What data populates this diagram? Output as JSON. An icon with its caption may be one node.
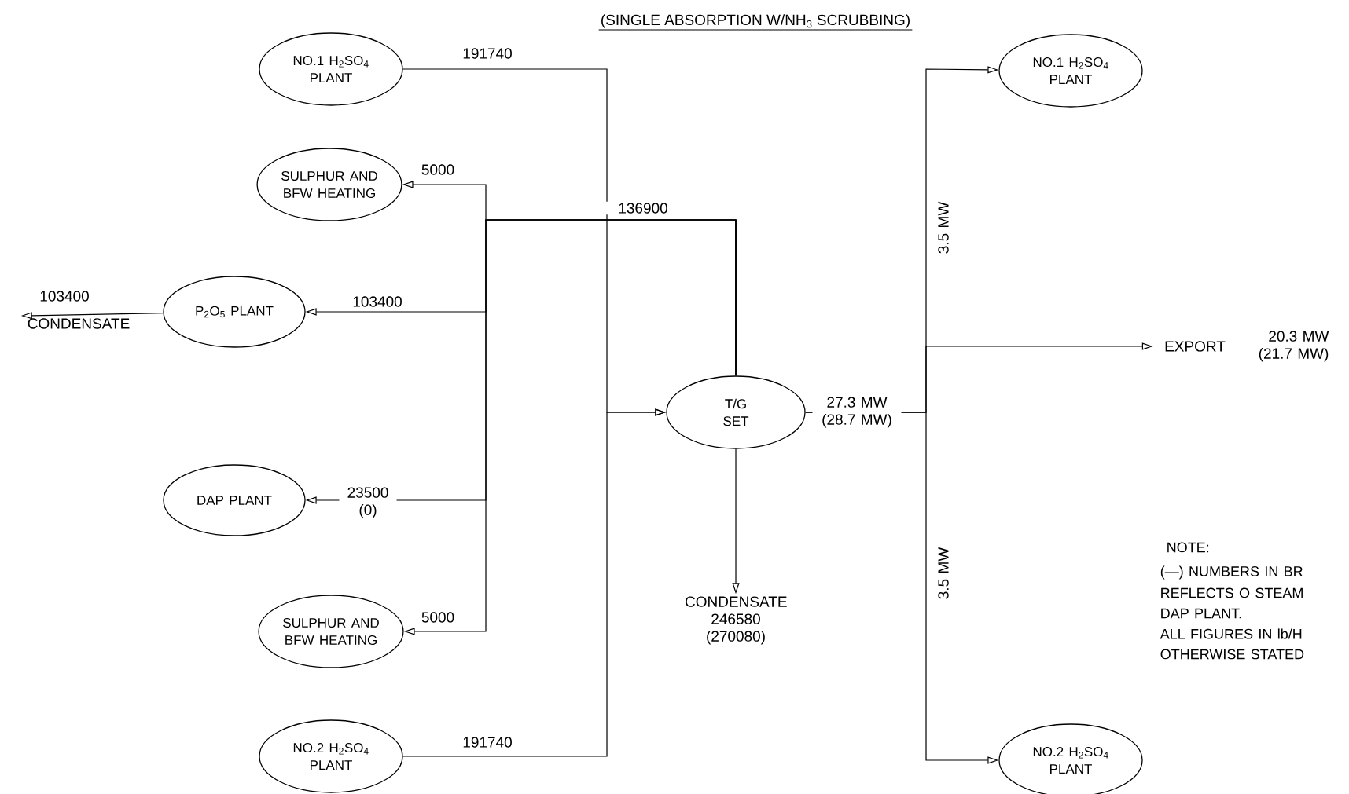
{
  "diagram": {
    "title": "(SINGLE ABSORPTION W/NH$_{3}$ SCRUBBING)",
    "nodes": [
      {
        "text": [
          "NO.1 H$_{2}$SO$_{4}$ PLANT"
        ]
      },
      {
        "text": [
          "SULPHUR AND BFW HEATING"
        ]
      },
      {
        "text": [
          "P$_{2}$O$_{5}$ PLANT"
        ]
      },
      {
        "text": [
          "DAP PLANT"
        ]
      },
      {
        "text": [
          "SULPHUR AND BFW HEATING"
        ]
      },
      {
        "text": [
          "NO.2 H$_{2}$SO$_{4}$ PLANT"
        ]
      },
      {
        "text": [
          "T/G SET"
        ]
      },
      {
        "text": [
          "NO.1 H$_{2}$SO$_{4}$ PLANT"
        ]
      },
      {
        "text": [
          "NO.2 H$_{2}$SO$_{4}$ PLANT"
        ]
      },
      {
        "text": [
          "CONDENSATE 246580 (270080)"
        ]
      },
      {
        "text": [
          "EXPORT"
        ],
        "beside": [
          "20.3 MW (21.7 MW)"
        ]
      },
      {
        "text": [
          "CONDENSATE"
        ]
      }
    ],
    "edges": [
      {
        "from": 0,
        "to": 6,
        "arrow": "to",
        "label": "191740"
      },
      {
        "from": 5,
        "to": 6,
        "arrow": "to",
        "label": "191740"
      },
      {
        "from": 6,
        "to": 1,
        "arrow": "to",
        "label": "5000"
      },
      {
        "from": 6,
        "to": 2,
        "arrow": "to",
        "label": "103400"
      },
      {
        "from": 6,
        "to": 3,
        "arrow": "to",
        "label": "23500 (0)"
      },
      {
        "from": 6,
        "to": 4,
        "arrow": "to",
        "label": "5000"
      },
      {
        "from": 6,
        "to": 9,
        "arrow": "to"
      },
      {
        "from": 6,
        "to": 7,
        "arrow": "to",
        "label": "3.5 MW"
      },
      {
        "from": 6,
        "to": 10,
        "arrow": "to"
      },
      {
        "from": 6,
        "to": 8,
        "arrow": "to",
        "label": "3.5 MW"
      },
      {
        "from": 2,
        "to": 11,
        "arrow": "to",
        "label": "103400"
      }
    ],
    "labels": [
      "136900",
      "27.3 MW (28.7 MW)",
      "NOTE:",
      "(—) NUMBERS IN BR",
      "REFLECTS O STEAM",
      "DAP PLANT.",
      "ALL FIGURES IN lb/H",
      "OTHERWISE STATED"
    ]
  }
}
